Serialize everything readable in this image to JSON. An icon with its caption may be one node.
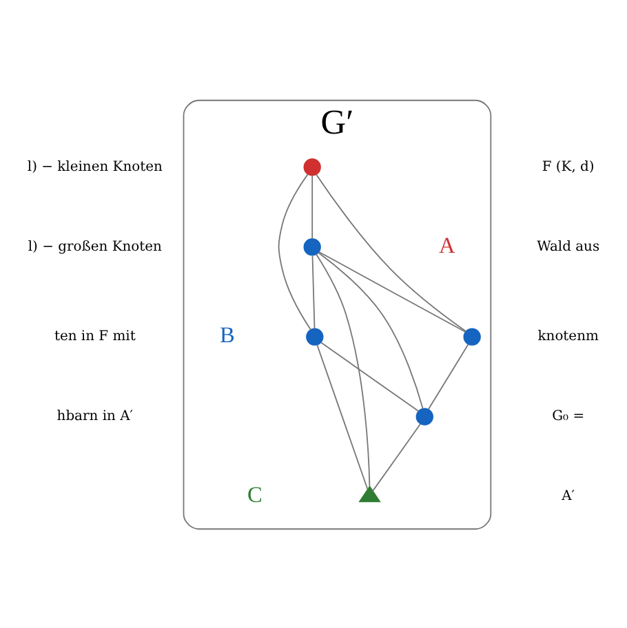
{
  "diagram": {
    "nodes": [
      {
        "text": [
          "G′"
        ]
      },
      {
        "text": [],
        "shape": "circle",
        "in": 0
      },
      {
        "text": [],
        "shape": "circle",
        "in": 0
      },
      {
        "text": [],
        "shape": "circle",
        "in": 0
      },
      {
        "text": [],
        "shape": "circle",
        "in": 0
      },
      {
        "text": [],
        "shape": "circle",
        "in": 0
      },
      {
        "text": [],
        "shape": "triangle",
        "in": 0
      }
    ],
    "edges": [
      {
        "from": 1,
        "to": 2,
        "arrow": "none"
      },
      {
        "from": 1,
        "to": 3,
        "arrow": "none"
      },
      {
        "from": 1,
        "to": 4,
        "arrow": "none"
      },
      {
        "from": 2,
        "to": 3,
        "arrow": "none"
      },
      {
        "from": 2,
        "to": 4,
        "arrow": "none"
      },
      {
        "from": 2,
        "to": 5,
        "arrow": "none"
      },
      {
        "from": 2,
        "to": 6,
        "arrow": "none"
      },
      {
        "from": 3,
        "to": 5,
        "arrow": "none"
      },
      {
        "from": 4,
        "to": 5,
        "arrow": "none"
      },
      {
        "from": 4,
        "to": 6,
        "arrow": "none"
      },
      {
        "from": 5,
        "to": 6,
        "arrow": "none"
      }
    ],
    "labels": [
      "l) − kleinen Knoten",
      "l) − großen Knoten",
      "ten in F mit",
      "hbarn in A′",
      "F (K, d)",
      "Wald aus",
      "knotenm",
      "G₀ =",
      "A′",
      "A",
      "B",
      "C"
    ]
  }
}
